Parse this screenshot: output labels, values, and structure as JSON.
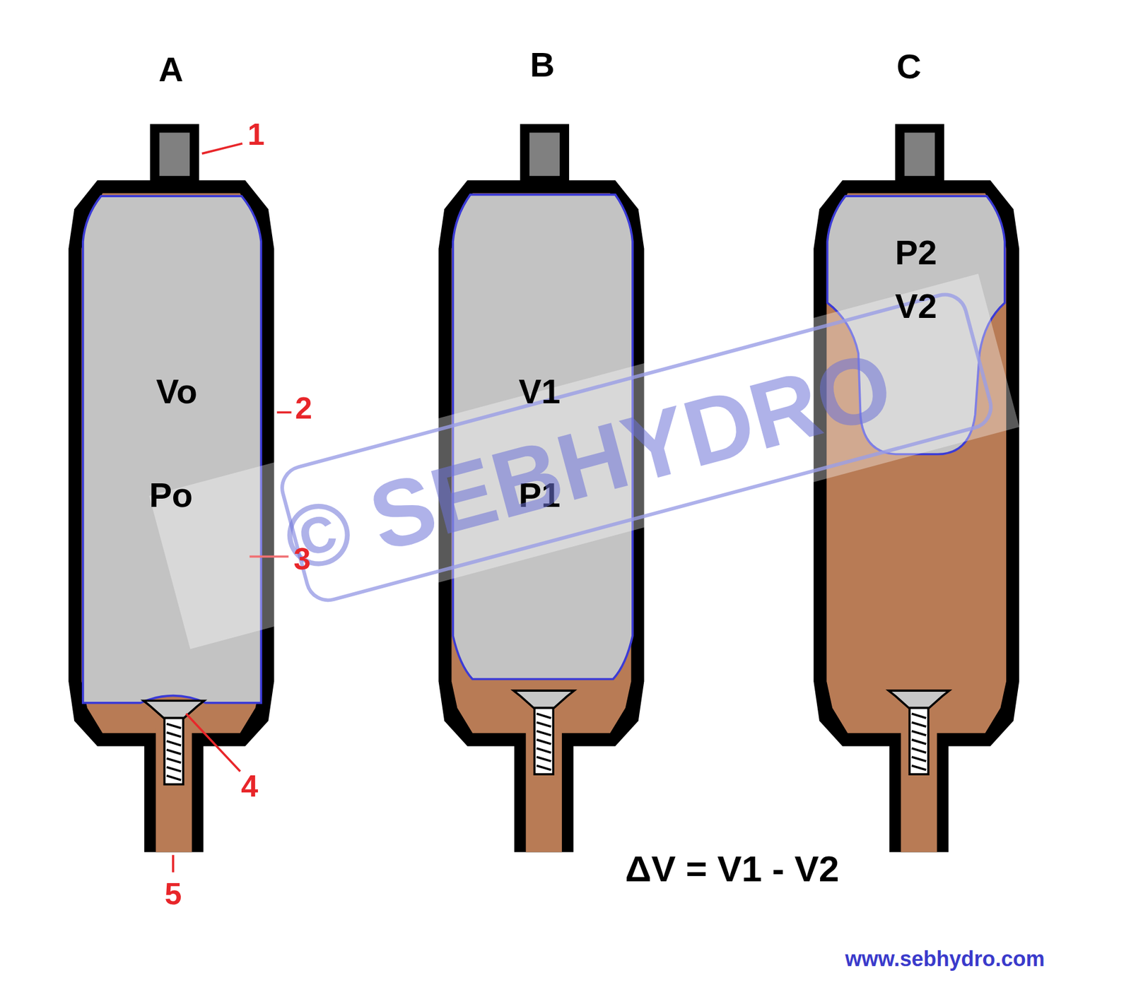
{
  "diagram": {
    "nodes": [
      {
        "text": [
          "Vo",
          "Po"
        ]
      },
      {
        "text": [
          "V1",
          "P1"
        ]
      },
      {
        "text": [
          "P2",
          "V2"
        ]
      }
    ],
    "labels": [
      "A",
      "B",
      "C",
      "1",
      "2",
      "3",
      "4",
      "5",
      "ΔV = V1 - V2",
      "www.sebhydro.com",
      "©",
      "SEBHYDRO"
    ]
  }
}
